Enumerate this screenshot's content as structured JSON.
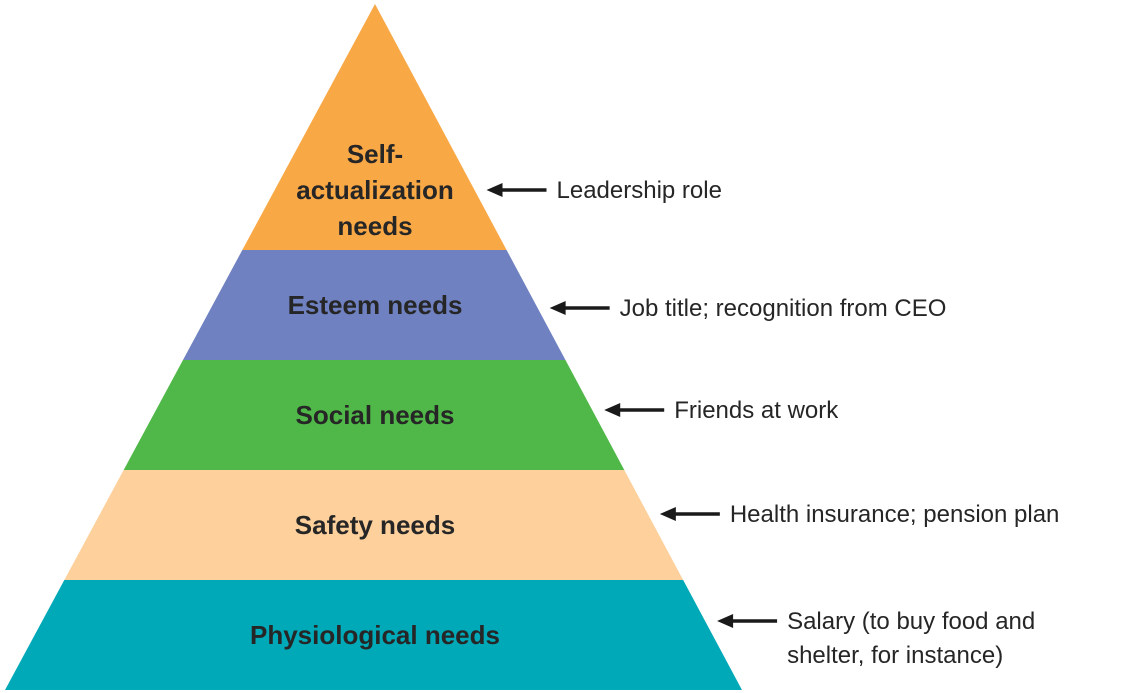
{
  "pyramid": {
    "levels": [
      {
        "id": "self-actualization",
        "label_lines": [
          "Self-",
          "actualization",
          "needs"
        ],
        "color": "#f9a846",
        "example_lines": [
          "Leadership role"
        ]
      },
      {
        "id": "esteem",
        "label_lines": [
          "Esteem needs"
        ],
        "color": "#6f81c1",
        "example_lines": [
          "Job title; recognition from CEO"
        ]
      },
      {
        "id": "social",
        "label_lines": [
          "Social needs"
        ],
        "color": "#50b848",
        "example_lines": [
          "Friends at work"
        ]
      },
      {
        "id": "safety",
        "label_lines": [
          "Safety needs"
        ],
        "color": "#fdd09c",
        "example_lines": [
          "Health insurance; pension plan"
        ]
      },
      {
        "id": "physiological",
        "label_lines": [
          "Physiological needs"
        ],
        "color": "#00a9b8",
        "example_lines": [
          "Salary (to buy food and",
          "shelter, for instance)"
        ]
      }
    ]
  }
}
